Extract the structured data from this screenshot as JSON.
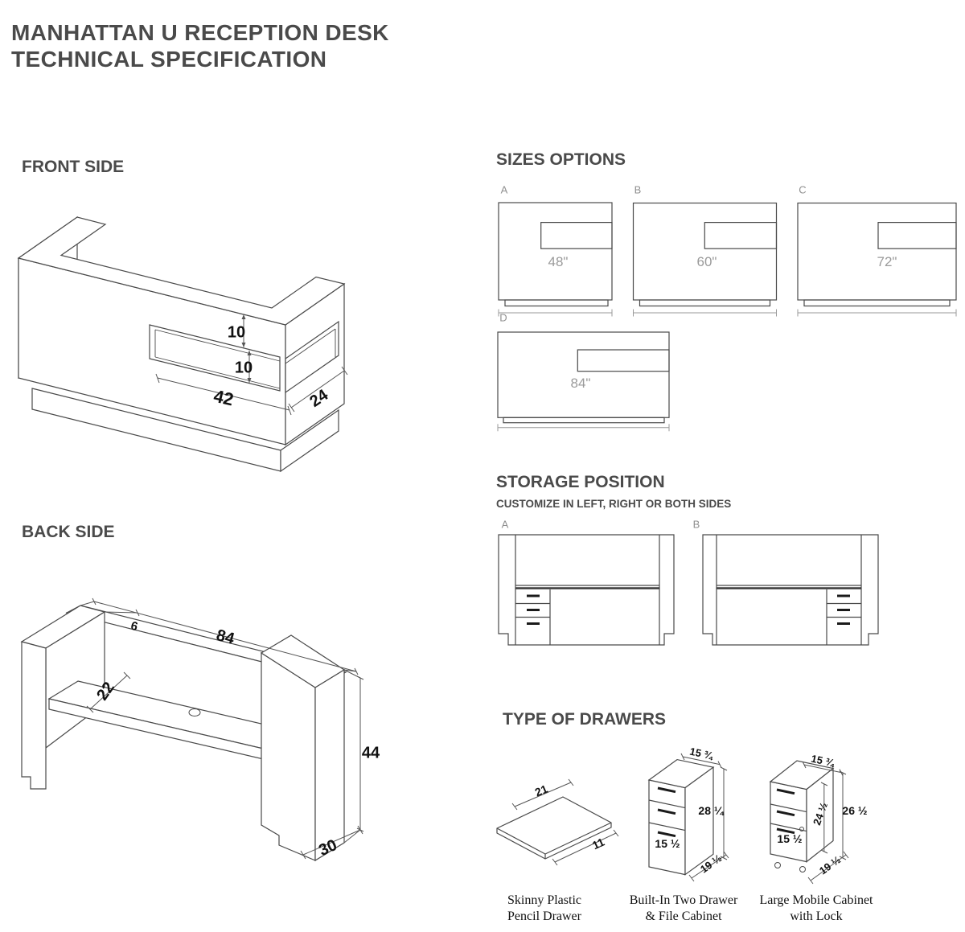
{
  "title": {
    "line1": "MANHATTAN U RECEPTION DESK",
    "line2": "TECHNICAL SPECIFICATION"
  },
  "colors": {
    "line": "#4a4a4a",
    "dim_text": "#111111",
    "muted_text": "#9a9a9a",
    "heading_text": "#4a4a4a"
  },
  "front_side": {
    "heading": "FRONT SIDE",
    "dims": {
      "top_to_window": "10",
      "window_height": "10",
      "window_width": "42",
      "side_window_width": "24"
    }
  },
  "back_side": {
    "heading": "BACK SIDE",
    "dims": {
      "counter_thickness": "6",
      "total_width": "84",
      "shelf_depth": "22",
      "total_height": "44",
      "base_depth": "30"
    }
  },
  "sizes_options": {
    "heading": "SIZES OPTIONS",
    "options": [
      {
        "label": "A",
        "width_label": "48\""
      },
      {
        "label": "B",
        "width_label": "60\""
      },
      {
        "label": "C",
        "width_label": "72\""
      },
      {
        "label": "D",
        "width_label": "84\""
      }
    ]
  },
  "storage_position": {
    "heading": "STORAGE POSITION",
    "subheading": "CUSTOMIZE IN LEFT, RIGHT OR BOTH SIDES",
    "options": [
      {
        "label": "A"
      },
      {
        "label": "B"
      }
    ]
  },
  "type_of_drawers": {
    "heading": "TYPE OF DRAWERS",
    "items": [
      {
        "caption_line1": "Skinny Plastic",
        "caption_line2": "Pencil Drawer",
        "dims": {
          "width": "21",
          "depth": "11"
        }
      },
      {
        "caption_line1": "Built-In Two Drawer",
        "caption_line2": "& File Cabinet",
        "dims": {
          "width": "15 ¾",
          "height": "28 ¼",
          "drawer_width": "15 ½",
          "depth": "19 ½"
        }
      },
      {
        "caption_line1": "Large Mobile Cabinet",
        "caption_line2": "with Lock",
        "dims": {
          "width": "15 ¾",
          "inner_height": "24 ½",
          "height": "26 ½",
          "drawer_width": "15 ½",
          "depth": "19 ½"
        }
      }
    ]
  }
}
